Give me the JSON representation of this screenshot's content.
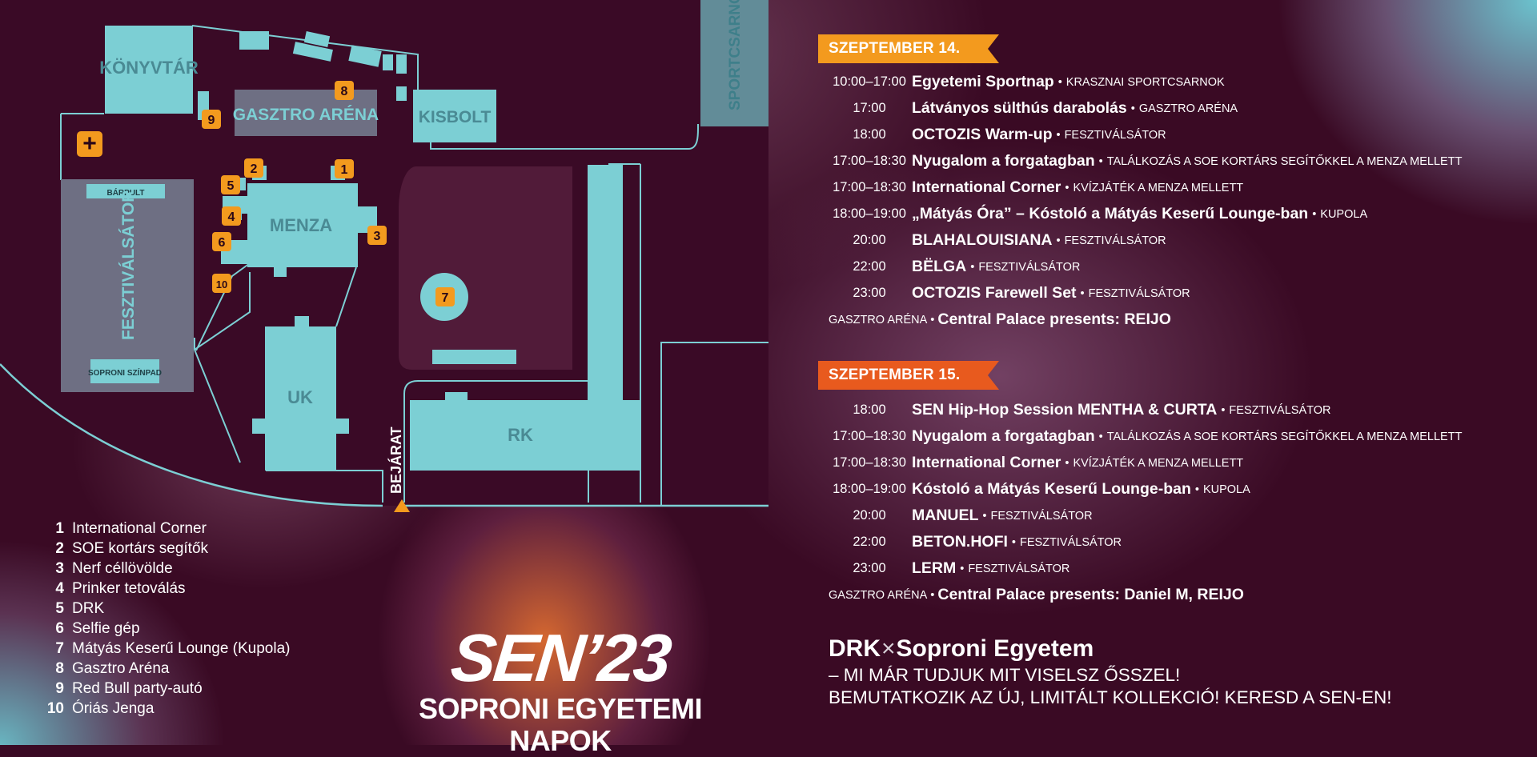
{
  "map": {
    "buildings": {
      "konyvtar": "KÖNYVTÁR",
      "gasztro": "GASZTRO ARÉNA",
      "kisbolt": "KISBOLT",
      "sportcsarnok": "SPORTCSARNOK",
      "menza": "MENZA",
      "barpult": "BÁRPULT",
      "fesztivalsator": "FESZTIVÁLSÁTOR",
      "soproni_szinpad": "SOPRONI SZÍNPAD",
      "uk": "UK",
      "rk": "RK",
      "bejarat": "BEJÁRAT"
    },
    "markers": [
      "1",
      "2",
      "3",
      "4",
      "5",
      "6",
      "7",
      "8",
      "9",
      "10"
    ],
    "first_aid_symbol": "+",
    "colors": {
      "building": "#7ccfd4",
      "building_gray": "#6e6f83",
      "marker": "#f39a1e",
      "outline": "#7ccfd4",
      "site": "#3a0a26"
    }
  },
  "legend": [
    {
      "num": "1",
      "label": "International Corner"
    },
    {
      "num": "2",
      "label": "SOE kortárs segítők"
    },
    {
      "num": "3",
      "label": "Nerf céllövölde"
    },
    {
      "num": "4",
      "label": "Prinker tetoválás"
    },
    {
      "num": "5",
      "label": "DRK"
    },
    {
      "num": "6",
      "label": "Selfie gép"
    },
    {
      "num": "7",
      "label": "Mátyás Keserű Lounge (Kupola)"
    },
    {
      "num": "8",
      "label": "Gasztro Aréna"
    },
    {
      "num": "9",
      "label": "Red Bull party-autó"
    },
    {
      "num": "10",
      "label": "Óriás Jenga"
    }
  ],
  "logo": {
    "main": "SEN’23",
    "sub": "SOPRONI EGYETEMI NAPOK"
  },
  "day1": {
    "date": "SZEPTEMBER 14.",
    "color": "#f39a1e",
    "events": [
      {
        "time": "10:00–17:00",
        "title": "Egyetemi Sportnap",
        "loc": "KRASZNAI SPORTCSARNOK"
      },
      {
        "time": "17:00",
        "title": "Látványos sülthús darabolás",
        "loc": "GASZTRO ARÉNA"
      },
      {
        "time": "18:00",
        "title": "OCTOZIS Warm-up",
        "loc": "FESZTIVÁLSÁTOR"
      },
      {
        "time": "17:00–18:30",
        "title": "Nyugalom a forgatagban",
        "loc": "TALÁLKOZÁS A SOE KORTÁRS SEGÍTŐKKEL A MENZA MELLETT"
      },
      {
        "time": "17:00–18:30",
        "title": "International Corner",
        "loc": "KVÍZJÁTÉK A MENZA MELLETT"
      },
      {
        "time": "18:00–19:00",
        "title": "„Mátyás Óra” – Kóstoló a Mátyás Keserű Lounge-ban",
        "loc": "KUPOLA"
      },
      {
        "time": "20:00",
        "title": "BLAHALOUISIANA",
        "loc": "FESZTIVÁLSÁTOR"
      },
      {
        "time": "22:00",
        "title": "BËLGA",
        "loc": "FESZTIVÁLSÁTOR"
      },
      {
        "time": "23:00",
        "title": "OCTOZIS Farewell Set",
        "loc": "FESZTIVÁLSÁTOR"
      }
    ],
    "extra": {
      "pre": "GASZTRO ARÉNA",
      "title": "Central Palace presents: REIJO"
    }
  },
  "day2": {
    "date": "SZEPTEMBER 15.",
    "color": "#e85a1e",
    "events": [
      {
        "time": "18:00",
        "title": "SEN Hip-Hop Session MENTHA & CURTA",
        "loc": "FESZTIVÁLSÁTOR"
      },
      {
        "time": "17:00–18:30",
        "title": "Nyugalom a forgatagban",
        "loc": "TALÁLKOZÁS A SOE KORTÁRS SEGÍTŐKKEL A MENZA MELLETT"
      },
      {
        "time": "17:00–18:30",
        "title": "International Corner",
        "loc": "KVÍZJÁTÉK A MENZA MELLETT"
      },
      {
        "time": "18:00–19:00",
        "title": "Kóstoló a Mátyás Keserű Lounge-ban",
        "loc": "KUPOLA"
      },
      {
        "time": "20:00",
        "title": "MANUEL",
        "loc": "FESZTIVÁLSÁTOR"
      },
      {
        "time": "22:00",
        "title": "BETON.HOFI",
        "loc": "FESZTIVÁLSÁTOR"
      },
      {
        "time": "23:00",
        "title": "LERM",
        "loc": "FESZTIVÁLSÁTOR"
      }
    ],
    "extra": {
      "pre": "GASZTRO ARÉNA",
      "title": "Central Palace presents: Daniel M, REIJO"
    }
  },
  "separator": "•",
  "promo": {
    "brand1": "DRK",
    "x": "×",
    "brand2": "Soproni Egyetem",
    "line1": "– MI MÁR TUDJUK MIT VISELSZ ŐSSZEL!",
    "line2": "BEMUTATKOZIK AZ ÚJ, LIMITÁLT KOLLEKCIÓ! KERESD A SEN-EN!"
  }
}
